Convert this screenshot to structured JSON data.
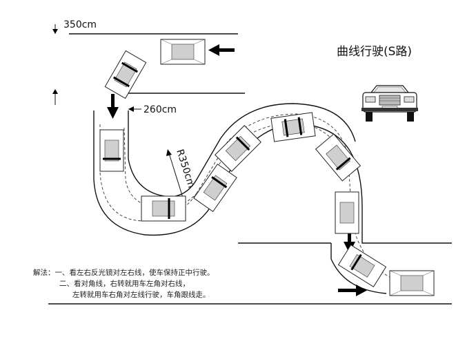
{
  "title": "曲线行驶(S路)",
  "labels": {
    "width_top": "350cm",
    "width_side": "260cm",
    "radius": "R350cm"
  },
  "notes": {
    "line1": "解法：一、看左右反光镜对左右线，使车保持正中行驶。",
    "line2": "二、看对角线，右转就用车左角对右线，",
    "line3": "左转就用车右角对左线行驶，车角跟线走。"
  },
  "icons": [
    "car-front-icon",
    "arrow-left-icon",
    "arrow-down-icon",
    "arrow-right-icon"
  ],
  "colors": {
    "ink": "#111111",
    "car_fill": "#cfcfcf"
  }
}
